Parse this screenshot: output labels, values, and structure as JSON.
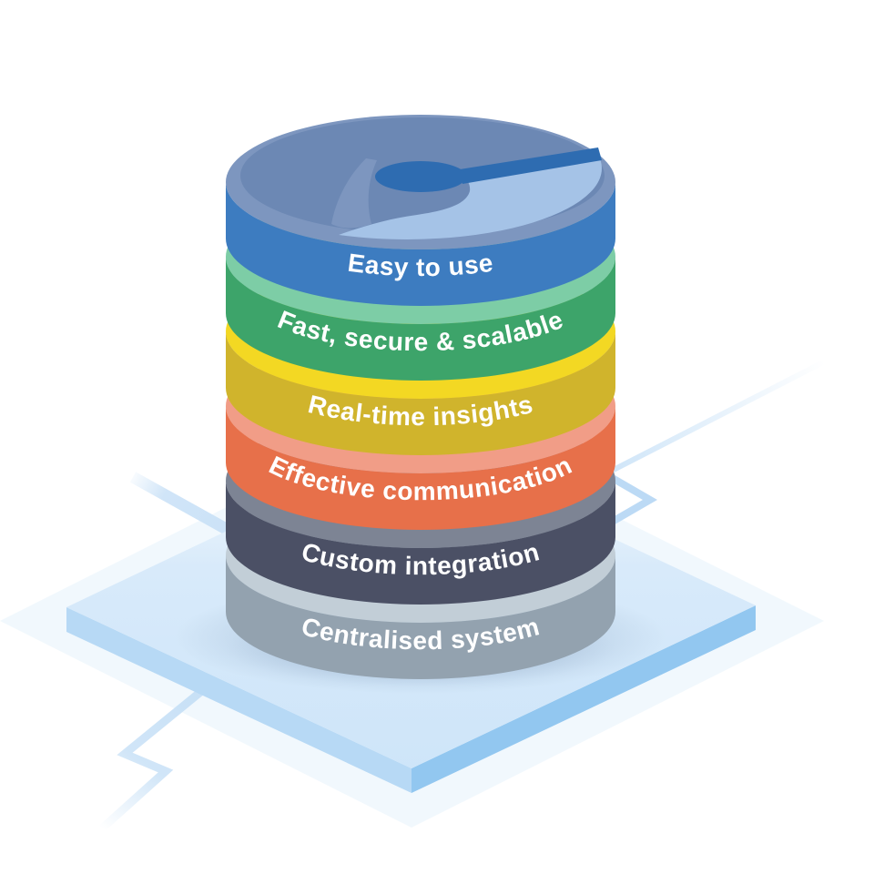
{
  "background_color": "#FFFFFF",
  "diagram": {
    "type": "isometric-stacked-discs",
    "label_color": "#FFFFFF",
    "layers": [
      {
        "label": "Easy to use",
        "band_color": "#3D7CC0",
        "top_color": "#7D96BF"
      },
      {
        "label": "Fast, secure & scalable",
        "band_color": "#3DA46A",
        "top_color": "#7DCDA6"
      },
      {
        "label": "Real-time insights",
        "band_color": "#D0B42C",
        "top_color": "#F3D823"
      },
      {
        "label": "Effective communication",
        "band_color": "#E7704A",
        "top_color": "#F19D87"
      },
      {
        "label": "Custom integration",
        "band_color": "#4B5065",
        "top_color": "#7D8494"
      },
      {
        "label": "Centralised system",
        "band_color": "#93A2AF",
        "top_color": "#C2CED7"
      }
    ],
    "top_disc": {
      "swirl_color": "#6C88B4",
      "ramp_color": "#A5C3E7",
      "core_color": "#2E6CB1"
    }
  },
  "platform": {
    "top_color": "#D8EAFA",
    "left_face_color": "#B7D9F5",
    "right_face_color": "#92C7F0"
  },
  "decorations": {
    "wash_color": "#ECF5FC",
    "line_color": "#CBE2F7",
    "chevron_color": "#BCDAF5"
  }
}
